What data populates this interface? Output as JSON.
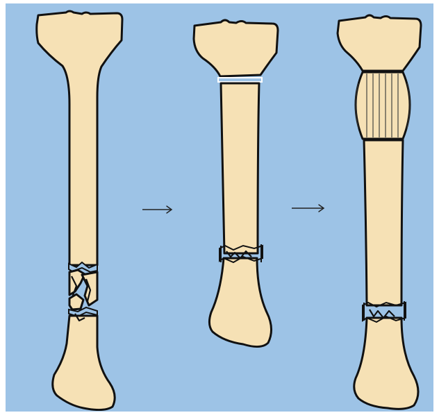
{
  "diagram": {
    "stages": [
      {
        "id": "fractured-tibia"
      },
      {
        "id": "corticotomy-tibia"
      },
      {
        "id": "lengthened-tibia"
      }
    ],
    "arrows": [
      {
        "id": "arrow-1",
        "glyph": "→"
      },
      {
        "id": "arrow-2",
        "glyph": "→"
      }
    ]
  },
  "colors": {
    "background": "#9dc3e6",
    "bone_fill": "#f6e1b5",
    "outline": "#111111"
  }
}
